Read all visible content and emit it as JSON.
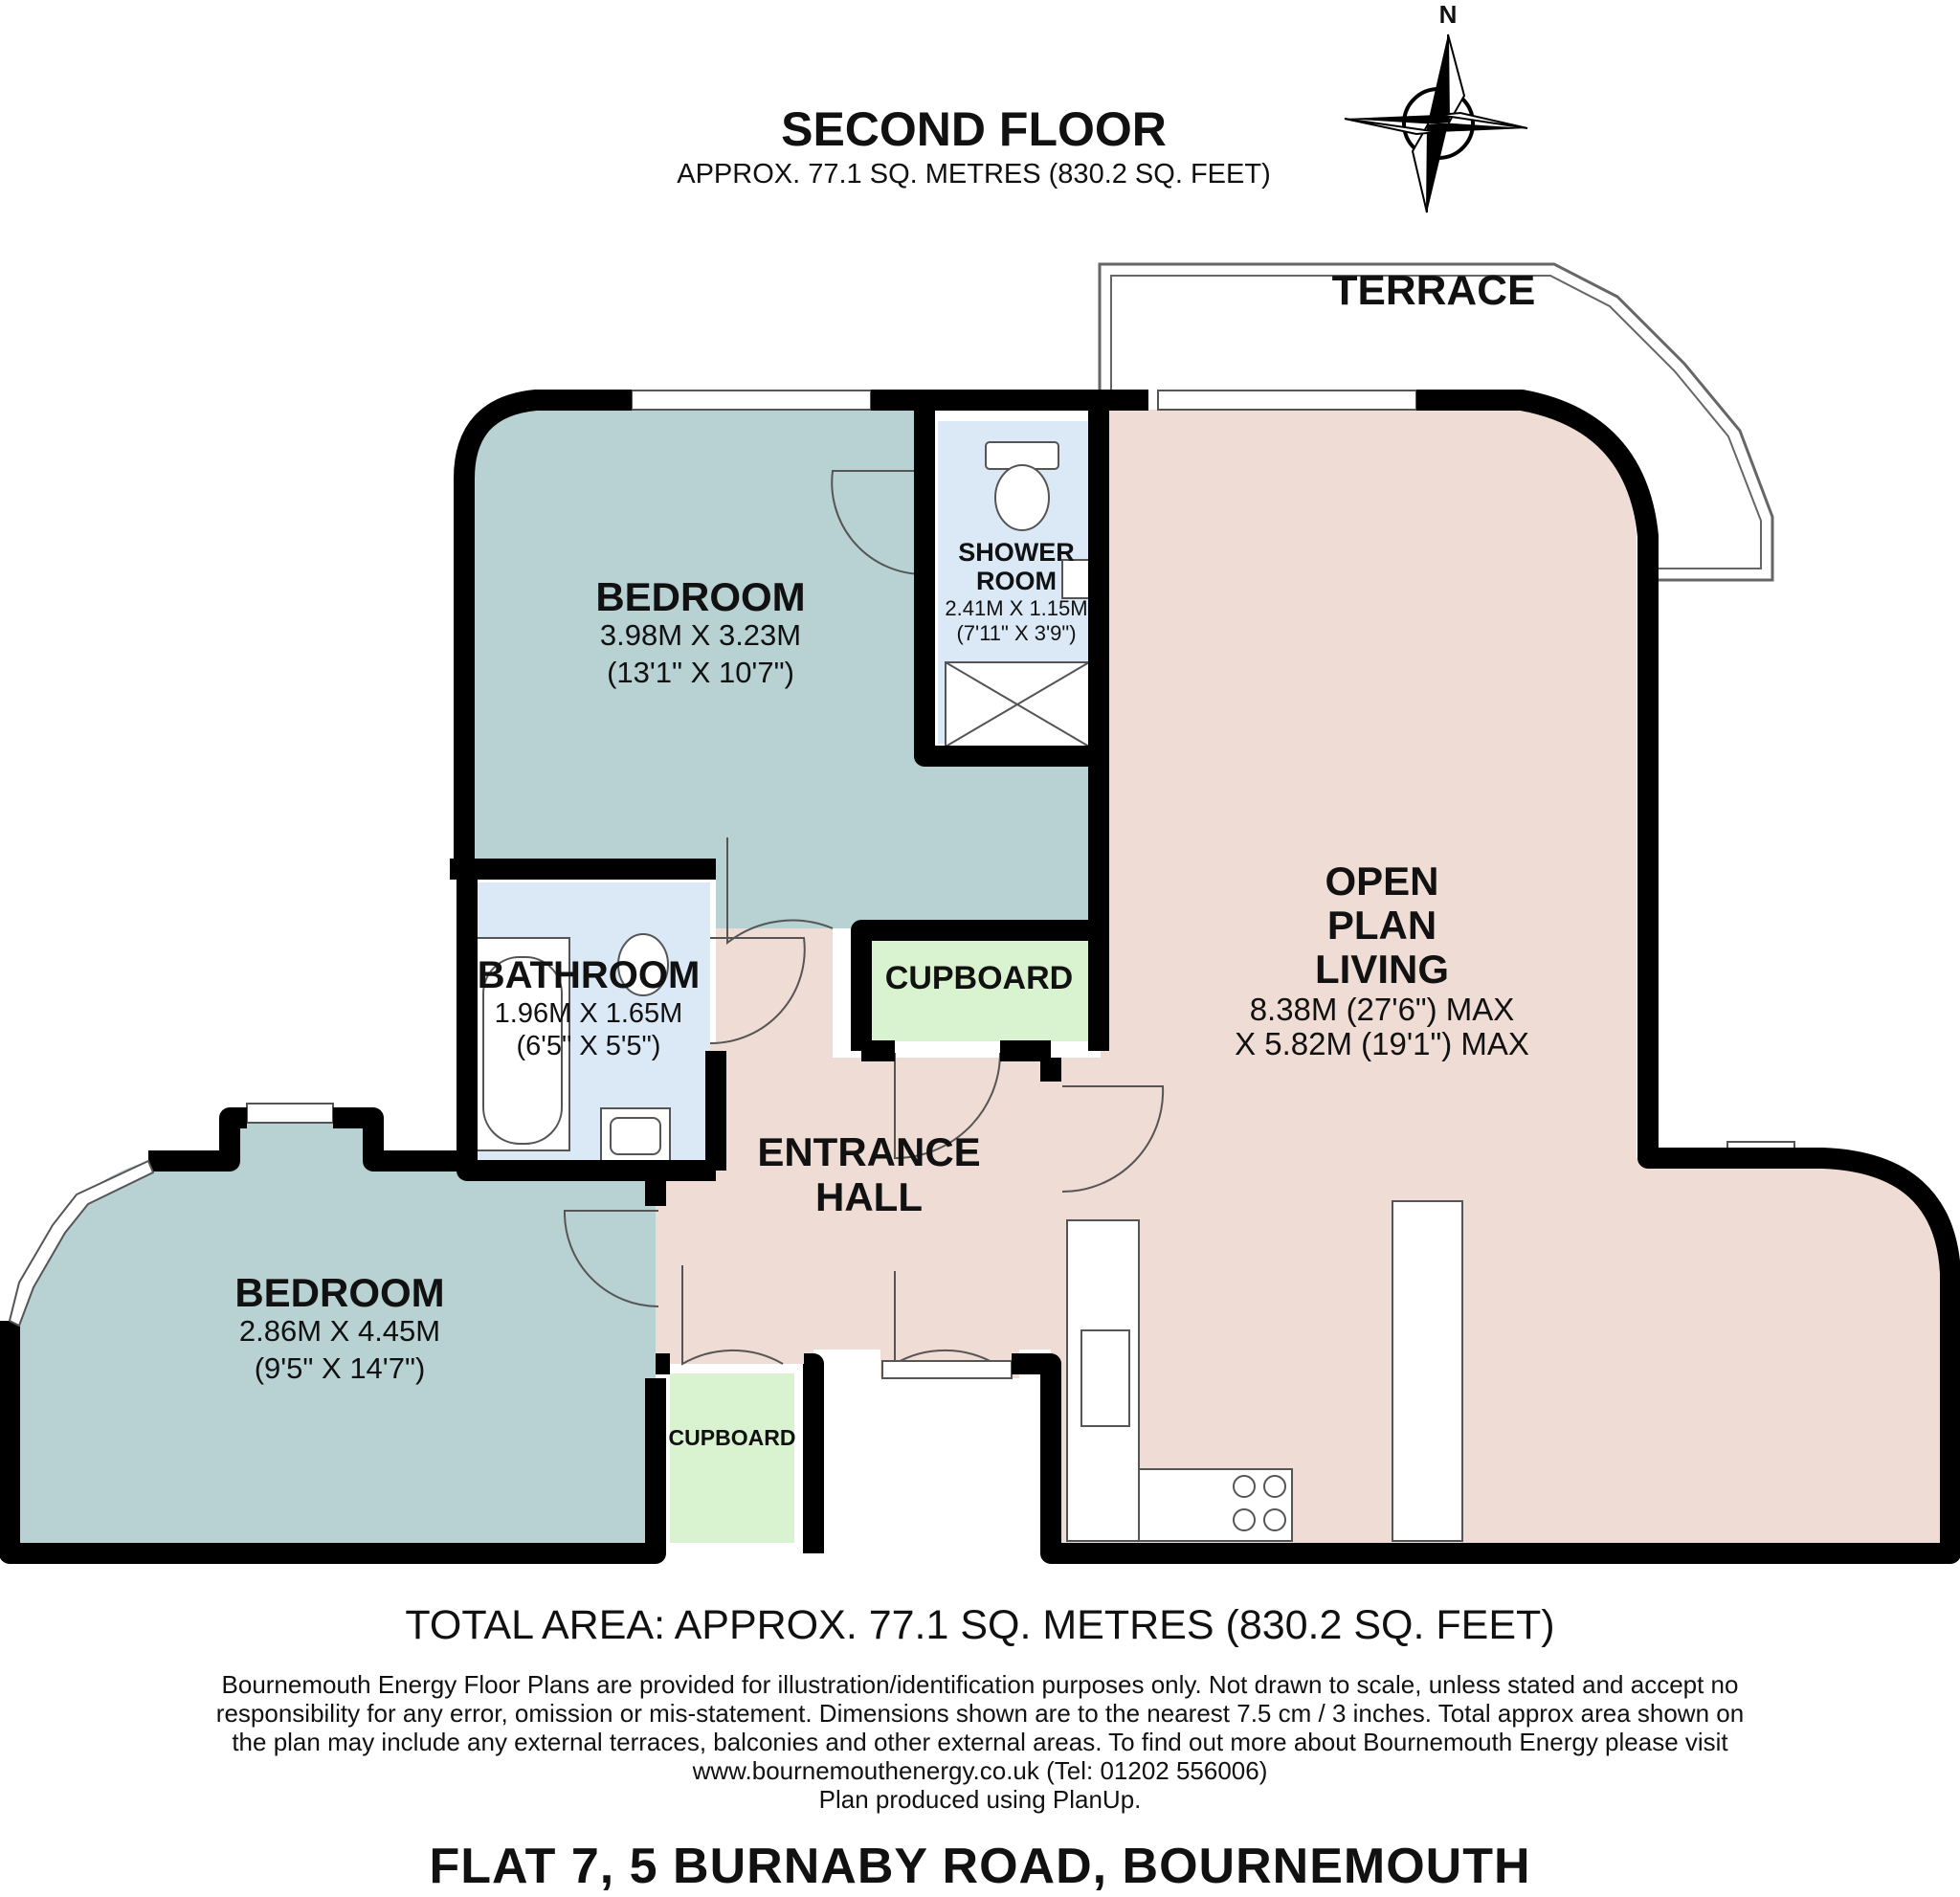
{
  "header": {
    "floor_title": "SECOND FLOOR",
    "floor_area": "APPROX. 77.1 SQ. METRES (830.2 SQ. FEET)"
  },
  "compass": {
    "north_label": "N"
  },
  "rooms": {
    "terrace": {
      "name": "TERRACE"
    },
    "bedroom1": {
      "name": "BEDROOM",
      "dims_m": "3.98M X 3.23M",
      "dims_ft": "(13'1\" X 10'7\")"
    },
    "shower_room": {
      "name_line1": "SHOWER",
      "name_line2": "ROOM",
      "dims_m": "2.41M X 1.15M",
      "dims_ft": "(7'11\" X 3'9\")"
    },
    "open_plan": {
      "name_line1": "OPEN",
      "name_line2": "PLAN",
      "name_line3": "LIVING",
      "dims_line1": "8.38M (27'6\") MAX",
      "dims_line2": "X 5.82M (19'1\") MAX"
    },
    "bathroom": {
      "name": "BATHROOM",
      "dims_m": "1.96M X 1.65M",
      "dims_ft": "(6'5\" X 5'5\")"
    },
    "cupboard1": {
      "name": "CUPBOARD"
    },
    "entrance_hall": {
      "name_line1": "ENTRANCE",
      "name_line2": "HALL"
    },
    "bedroom2": {
      "name": "BEDROOM",
      "dims_m": "2.86M X 4.45M",
      "dims_ft": "(9'5\" X 14'7\")"
    },
    "cupboard2": {
      "name": "CUPBOARD"
    }
  },
  "colors": {
    "bedroom": "#b8d1d3",
    "living": "#efdcd4",
    "bathroom": "#dbe9f7",
    "cupboard": "#d9f2cf",
    "wall": "#000000"
  },
  "footer": {
    "total_area": "TOTAL AREA: APPROX. 77.1 SQ. METRES (830.2 SQ. FEET)",
    "disclaimer": [
      "Bournemouth Energy Floor Plans are provided for illustration/identification purposes only. Not drawn to scale, unless stated and accept no",
      "responsibility for any error, omission or mis-statement. Dimensions shown are to the nearest 7.5 cm / 3 inches. Total approx area shown on",
      "the plan may include any external terraces, balconies and other external areas. To find out more about Bournemouth Energy please visit",
      "www.bournemouthenergy.co.uk (Tel: 01202 556006)",
      "Plan produced using PlanUp."
    ],
    "address": "FLAT 7, 5 BURNABY ROAD, BOURNEMOUTH"
  }
}
